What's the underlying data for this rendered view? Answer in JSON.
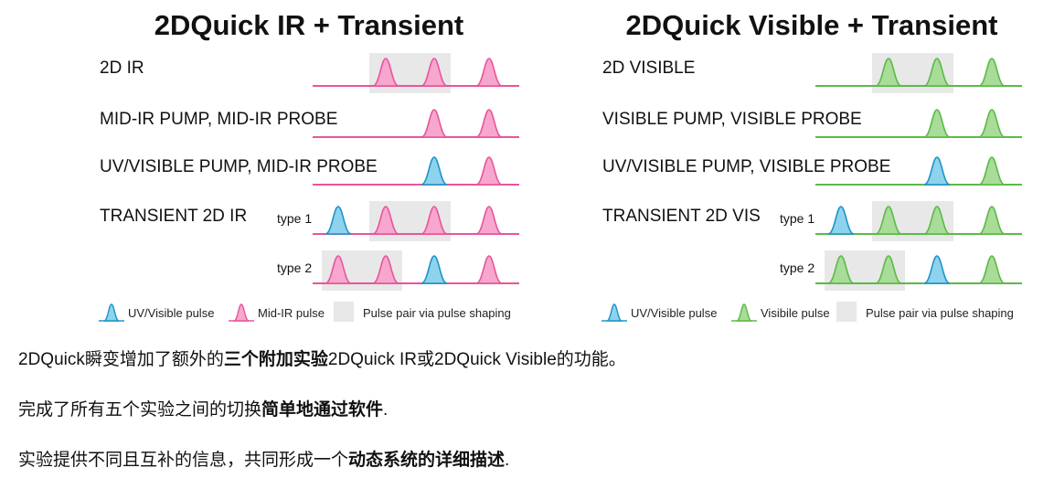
{
  "panels": [
    {
      "title": "2DQuick IR + Transient",
      "rows": [
        {
          "label": "2D IR",
          "pulses": [
            "ir",
            "ir",
            "ir"
          ],
          "shade": [
            0,
            1
          ]
        },
        {
          "label": "MID-IR PUMP, MID-IR PROBE",
          "pulses": [
            "ir",
            "ir"
          ],
          "shade": []
        },
        {
          "label": "UV/VISIBLE PUMP, MID-IR PROBE",
          "pulses": [
            "uv",
            "ir"
          ],
          "shade": []
        },
        {
          "label": "TRANSIENT 2D IR",
          "sublabel": "type 1",
          "pulses": [
            "uv",
            "ir",
            "ir",
            "ir"
          ],
          "shade": [
            1,
            2
          ]
        },
        {
          "label": "",
          "sublabel": "type 2",
          "pulses": [
            "ir",
            "ir",
            "uv",
            "ir"
          ],
          "shade": [
            0,
            1
          ]
        }
      ],
      "legend": [
        "UV/Visible pulse",
        "Mid-IR pulse",
        "Pulse pair via pulse shaping"
      ],
      "pulse_color": "#e9559c",
      "pulse_fill": "#f7a7cd"
    },
    {
      "title": "2DQuick Visible + Transient",
      "rows": [
        {
          "label": "2D VISIBLE",
          "pulses": [
            "vis",
            "vis",
            "vis"
          ],
          "shade": [
            0,
            1
          ]
        },
        {
          "label": "VISIBLE PUMP, VISIBLE PROBE",
          "pulses": [
            "vis",
            "vis"
          ],
          "shade": []
        },
        {
          "label": "UV/VISIBLE PUMP, VISIBLE PROBE",
          "pulses": [
            "uv",
            "vis"
          ],
          "shade": []
        },
        {
          "label": "TRANSIENT 2D VIS",
          "sublabel": "type 1",
          "pulses": [
            "uv",
            "vis",
            "vis",
            "vis"
          ],
          "shade": [
            1,
            2
          ]
        },
        {
          "label": "",
          "sublabel": "type 2",
          "pulses": [
            "vis",
            "vis",
            "uv",
            "vis"
          ],
          "shade": [
            0,
            1
          ]
        }
      ],
      "legend": [
        "UV/Visible pulse",
        "Visibile pulse",
        "Pulse pair via pulse shaping"
      ],
      "pulse_color": "#5cba48",
      "pulse_fill": "#a8dc98"
    }
  ],
  "colors": {
    "uv": "#1f95c6",
    "uv_fill": "#8dd3ee",
    "shade": "#e8e8e8"
  },
  "paragraphs": [
    {
      "pre": "2DQuick瞬变增加了额外的",
      "bold": "三个附加实验",
      "post": "2DQuick IR或2DQuick Visible的功能。"
    },
    {
      "pre": "完成了所有五个实验之间的切换",
      "bold": "简单地通过软件",
      "post": "."
    },
    {
      "pre": "实验提供不同且互补的信息，共同形成一个",
      "bold": "动态系统的详细描述",
      "post": "."
    }
  ]
}
